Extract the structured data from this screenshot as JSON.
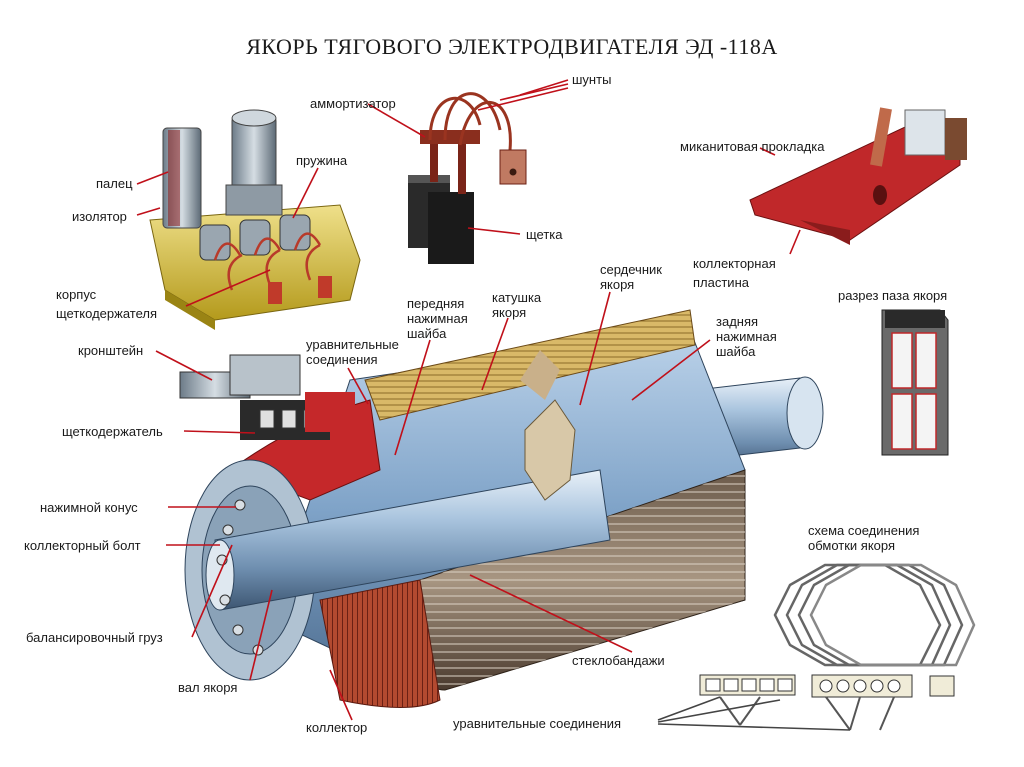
{
  "title": "ЯКОРЬ ТЯГОВОГО ЭЛЕКТРОДВИГАТЕЛЯ  ЭД -118А",
  "colors": {
    "leader": "#c0101a",
    "steel": "#8fb3d6",
    "copper": "#b5462f",
    "red": "#c5282a",
    "yellow": "#d9c23a"
  },
  "labels": {
    "shunty": "шунты",
    "ammortizator": "аммортизатор",
    "prujina": "пружина",
    "palec": "палец",
    "izolyator": "изолятор",
    "korpus": "корпус\nщеткодержателя",
    "shchetka": "щетка",
    "mikanit": "миканитовая прокладка",
    "kollektornaya_plastina": "коллекторная\nпластина",
    "razrez": "разрез паза якоря",
    "serdechnik": "сердечник\nякоря",
    "katushka": "катушка\nякоря",
    "perednyaya": "передняя\nнажимная\nшайба",
    "zadnyaya": "задняя\nнажимная\nшайба",
    "uravnitelnye_top": "уравнительные\nсоединения",
    "kronshtein": "кронштейн",
    "shchetkoderzhatel": "щеткодержатель",
    "konus": "нажимной конус",
    "bolt": "коллекторный болт",
    "gruz": "балансировочный груз",
    "val": "вал якоря",
    "kollektor": "коллектор",
    "steklobandazhi": "стеклобандажи",
    "schema": "схема соединения\nобмотки якоря",
    "uravnitelnye_bottom": "уравнительные соединения"
  }
}
